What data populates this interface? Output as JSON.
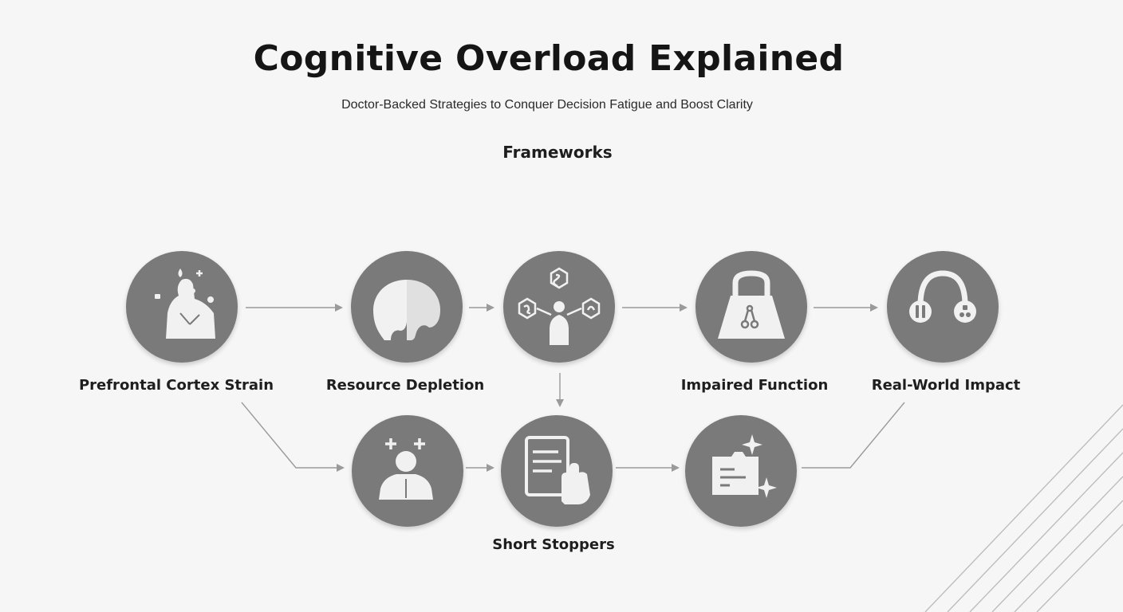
{
  "title": "Cognitive Overload Explained",
  "subtitle": "Doctor-Backed Strategies to Conquer Decision Fatigue and Boost Clarity",
  "section_label": "Frameworks",
  "nodes": [
    {
      "label": "Prefrontal Cortex Strain",
      "icon": "stressed-head-icon"
    },
    {
      "label": "Resource Depletion",
      "icon": "depleted-head-icon"
    },
    {
      "label": "",
      "icon": "choices-person-icon"
    },
    {
      "label": "Impaired Function",
      "icon": "locked-bag-icon"
    },
    {
      "label": "Real-World Impact",
      "icon": "headphones-icon"
    },
    {
      "label": "",
      "icon": "confused-person-icon"
    },
    {
      "label": "Short Stoppers",
      "icon": "document-hand-icon"
    },
    {
      "label": "",
      "icon": "folder-sparkle-icon"
    }
  ],
  "colors": {
    "background": "#f6f6f6",
    "node_fill": "#7a7a7a",
    "icon_fill": "#f1f1f1",
    "connector": "#9a9a9a"
  }
}
